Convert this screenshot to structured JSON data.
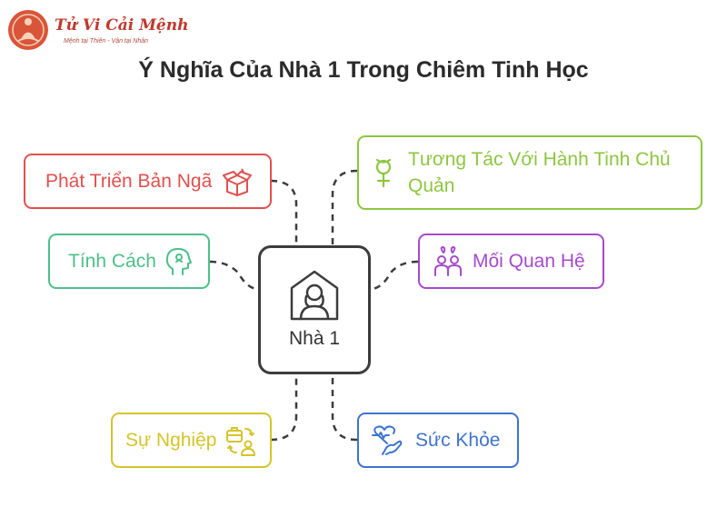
{
  "logo": {
    "brand": "Tử Vi Cải Mệnh",
    "tagline": "Mệnh tại Thiên - Vận tại Nhân"
  },
  "title": "Ý Nghĩa Của Nhà 1 Trong Chiêm Tinh Học",
  "center": {
    "label": "Nhà 1",
    "icon": "house-person-icon"
  },
  "nodes": {
    "phat_trien": {
      "label": "Phát Triển Bản Ngã",
      "icon": "open-box-icon",
      "color": "#e0504f"
    },
    "tuong_tac": {
      "line1": "Tương Tác Với Hành Tinh Chủ",
      "line2": "Quản",
      "icon": "venus-symbol-icon",
      "color": "#8dc63f"
    },
    "tinh_cach": {
      "label": "Tính Cách",
      "icon": "head-profile-icon",
      "color": "#4dbf8a"
    },
    "moi_quan_he": {
      "label": "Mối Quan Hệ",
      "icon": "couple-icon",
      "color": "#a64ac9"
    },
    "su_nghiep": {
      "label": "Sự Nghiệp",
      "icon": "briefcase-person-icon",
      "color": "#d4c42a"
    },
    "suc_khoe": {
      "label": "Sức Khỏe",
      "icon": "heart-hand-icon",
      "color": "#3f73cf"
    }
  }
}
